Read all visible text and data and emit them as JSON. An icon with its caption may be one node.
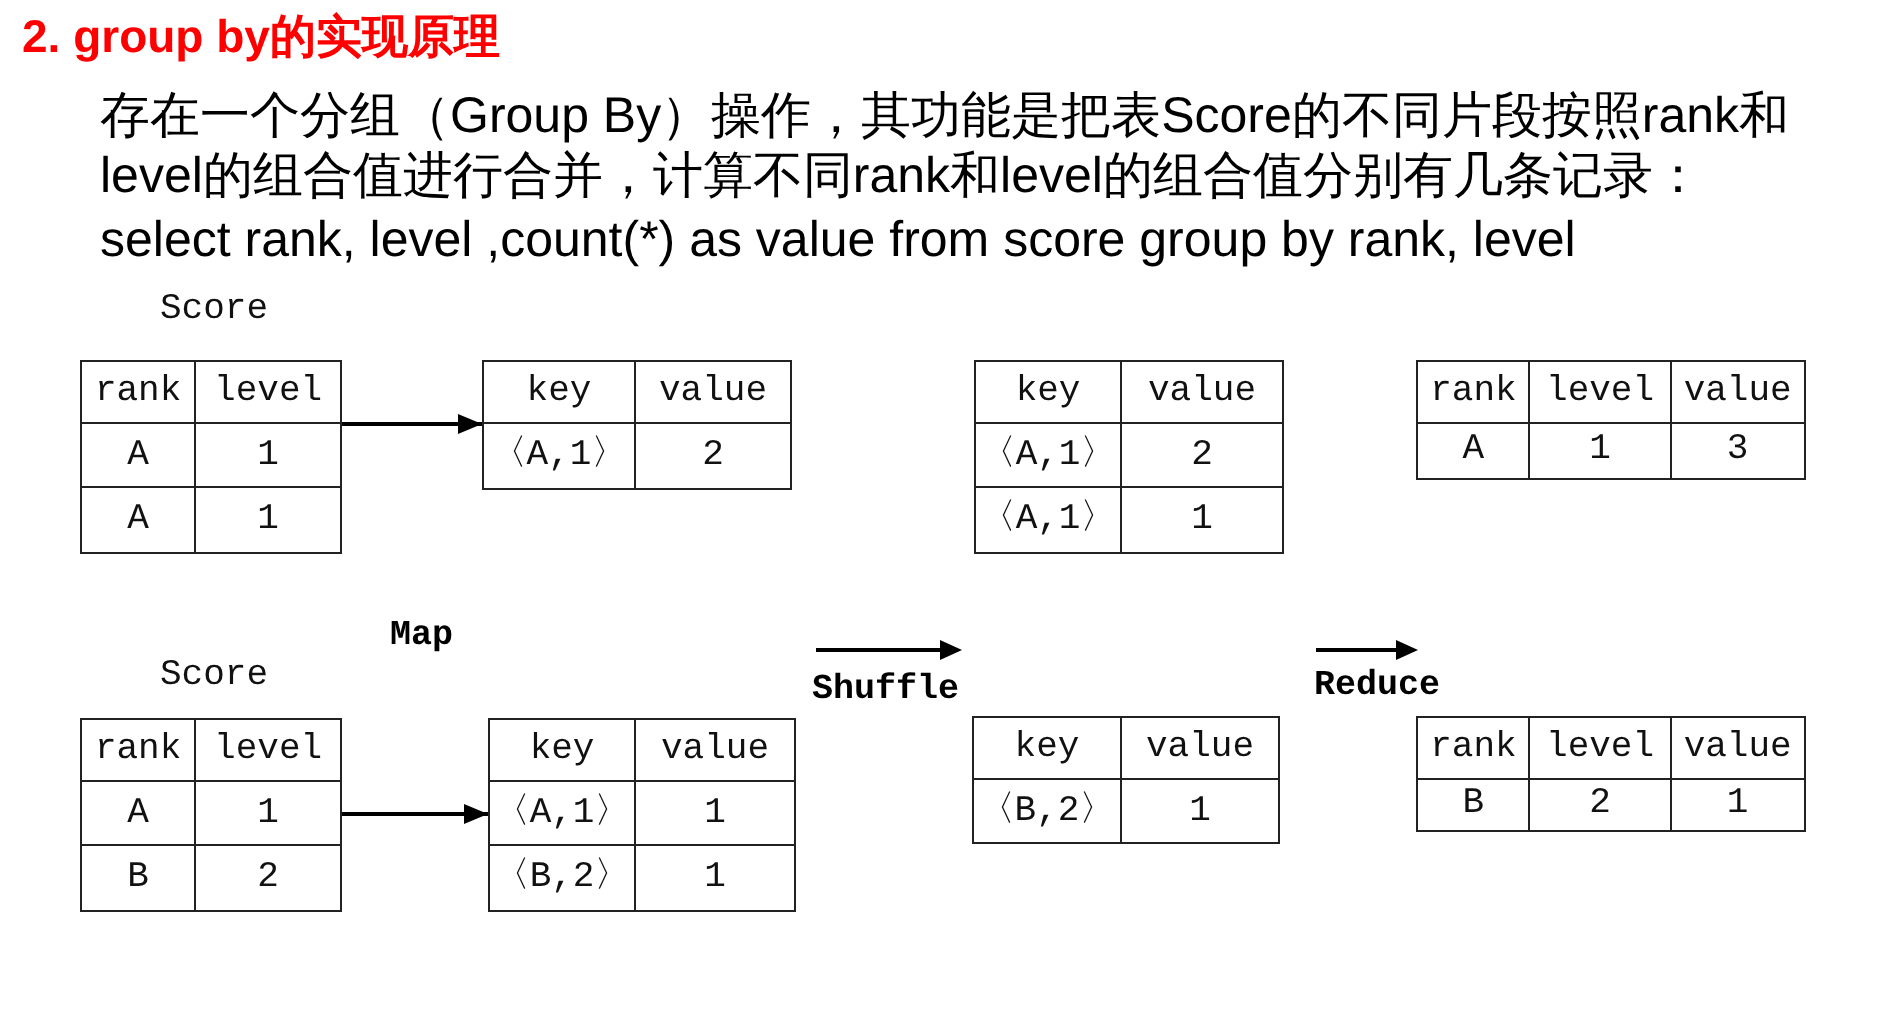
{
  "diagram": {
    "title": "2. group by的实现原理",
    "nodes": [
      {
        "text": [
          "rank",
          "level",
          "A",
          "1",
          "A",
          "1"
        ],
        "beside": [
          "Score"
        ]
      },
      {
        "text": [
          "key",
          "value",
          "〈A,1〉",
          "2"
        ]
      },
      {
        "text": [
          "key",
          "value",
          "〈A,1〉",
          "2",
          "〈A,1〉",
          "1"
        ]
      },
      {
        "text": [
          "rank",
          "level",
          "value",
          "A",
          "1",
          "3"
        ]
      },
      {
        "text": [
          "rank",
          "level",
          "A",
          "1",
          "B",
          "2"
        ],
        "beside": [
          "Score"
        ]
      },
      {
        "text": [
          "key",
          "value",
          "〈A,1〉",
          "1",
          "〈B,2〉",
          "1"
        ]
      },
      {
        "text": [
          "key",
          "value",
          "〈B,2〉",
          "1"
        ]
      },
      {
        "text": [
          "rank",
          "level",
          "value",
          "B",
          "2",
          "1"
        ]
      }
    ],
    "edges": [
      {
        "from": 0,
        "to": 1,
        "arrow": "to"
      },
      {
        "from": 4,
        "to": 5,
        "arrow": "to"
      }
    ],
    "labels": [
      "存在一个分组（Group By）操作，其功能是把表Score的不同片段按照rank和level的组合值进行合并，计算不同rank和level的组合值分别有几条记录：",
      "select rank, level ,count(*) as value from score group by rank, level",
      "Map",
      "Shuffle",
      "Reduce"
    ]
  }
}
